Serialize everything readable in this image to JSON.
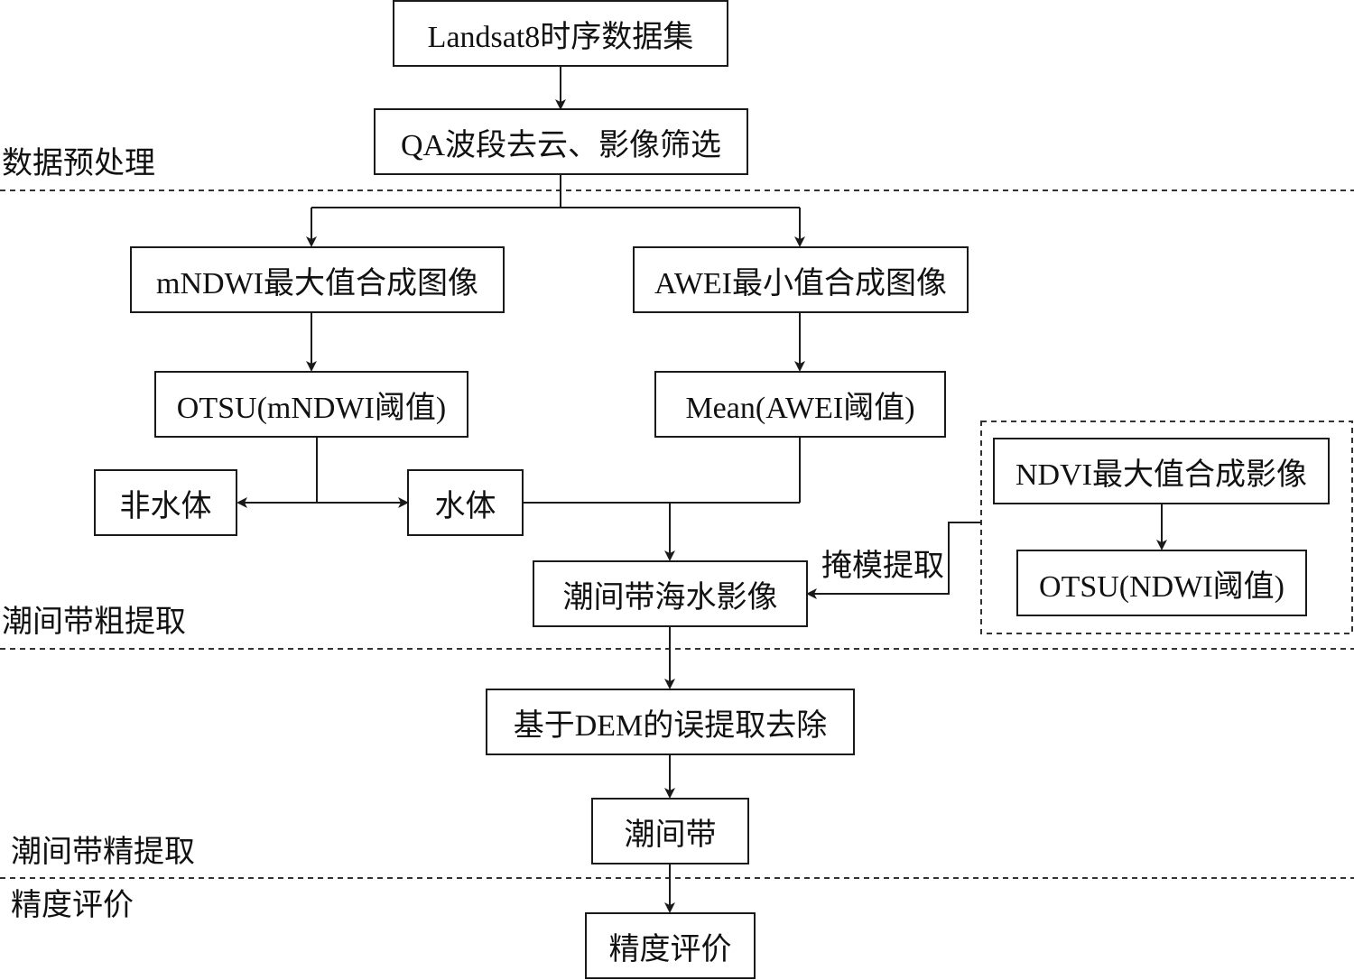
{
  "sections": {
    "preprocess": "数据预处理",
    "coarse": "潮间带粗提取",
    "fine": "潮间带精提取",
    "evaluation": "精度评价"
  },
  "nodes": {
    "landsat": "Landsat8时序数据集",
    "qa": "QA波段去云、影像筛选",
    "mndwi": "mNDWI最大值合成图像",
    "awei": "AWEI最小值合成图像",
    "otsu_mndwi": "OTSU(mNDWI阈值)",
    "mean_awei": "Mean(AWEI阈值)",
    "nonwater": "非水体",
    "water": "水体",
    "ndvi": "NDVI最大值合成影像",
    "otsu_ndwi": "OTSU(NDWI阈值)",
    "seawater": "潮间带海水影像",
    "dem": "基于DEM的误提取去除",
    "intertidal": "潮间带",
    "accuracy": "精度评价"
  },
  "edges": {
    "mask": "掩模提取"
  }
}
